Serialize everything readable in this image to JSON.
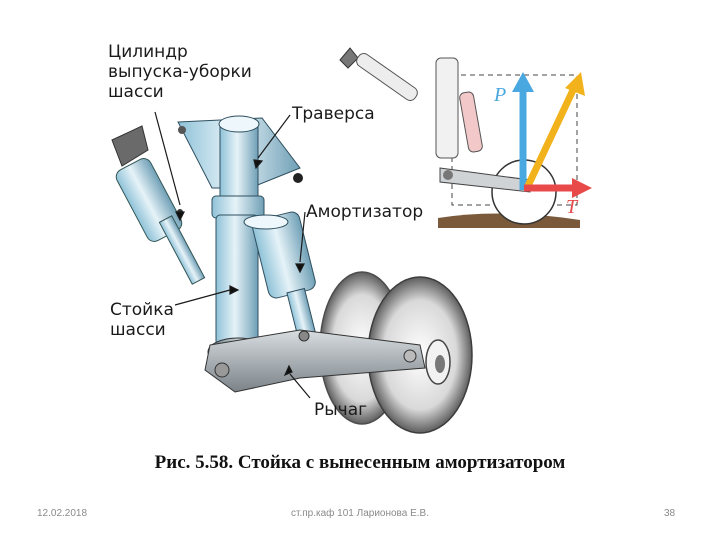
{
  "labels": {
    "cylinder": [
      "Цилиндр",
      "выпуска-уборки",
      "шасси"
    ],
    "traverse": "Траверса",
    "shock_absorber": "Амортизатор",
    "strut": [
      "Стойка",
      "шасси"
    ],
    "lever": "Рычаг"
  },
  "force_diagram": {
    "vectors": [
      "P",
      "T"
    ],
    "colors": {
      "P": "#4aa8e0",
      "resultant": "#f2b21c",
      "T": "#e84a4a"
    }
  },
  "caption": "Рис. 5.58. Стойка с вынесенным амортизатором",
  "footer": {
    "date": "12.02.2018",
    "author": "ст.пр.каф 101 Ларионова Е.В.",
    "page": "38"
  }
}
